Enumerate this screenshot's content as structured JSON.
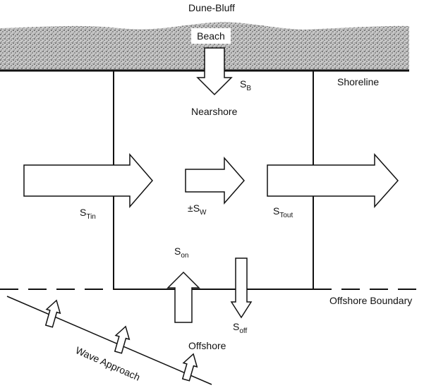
{
  "labels": {
    "dune_bluff": "Dune-Bluff",
    "beach": "Beach",
    "shoreline": "Shoreline",
    "nearshore": "Nearshore",
    "offshore_boundary": "Offshore Boundary",
    "offshore": "Offshore",
    "wave_approach": "Wave Approach"
  },
  "fluxes": {
    "s_b": {
      "base": "S",
      "sub": "B"
    },
    "s_tin": {
      "base": "S",
      "sub": "Tin"
    },
    "s_w": {
      "prefix": "±",
      "base": "S",
      "sub": "W"
    },
    "s_tout": {
      "base": "S",
      "sub": "Tout"
    },
    "s_on": {
      "base": "S",
      "sub": "on"
    },
    "s_off": {
      "base": "S",
      "sub": "off"
    }
  }
}
